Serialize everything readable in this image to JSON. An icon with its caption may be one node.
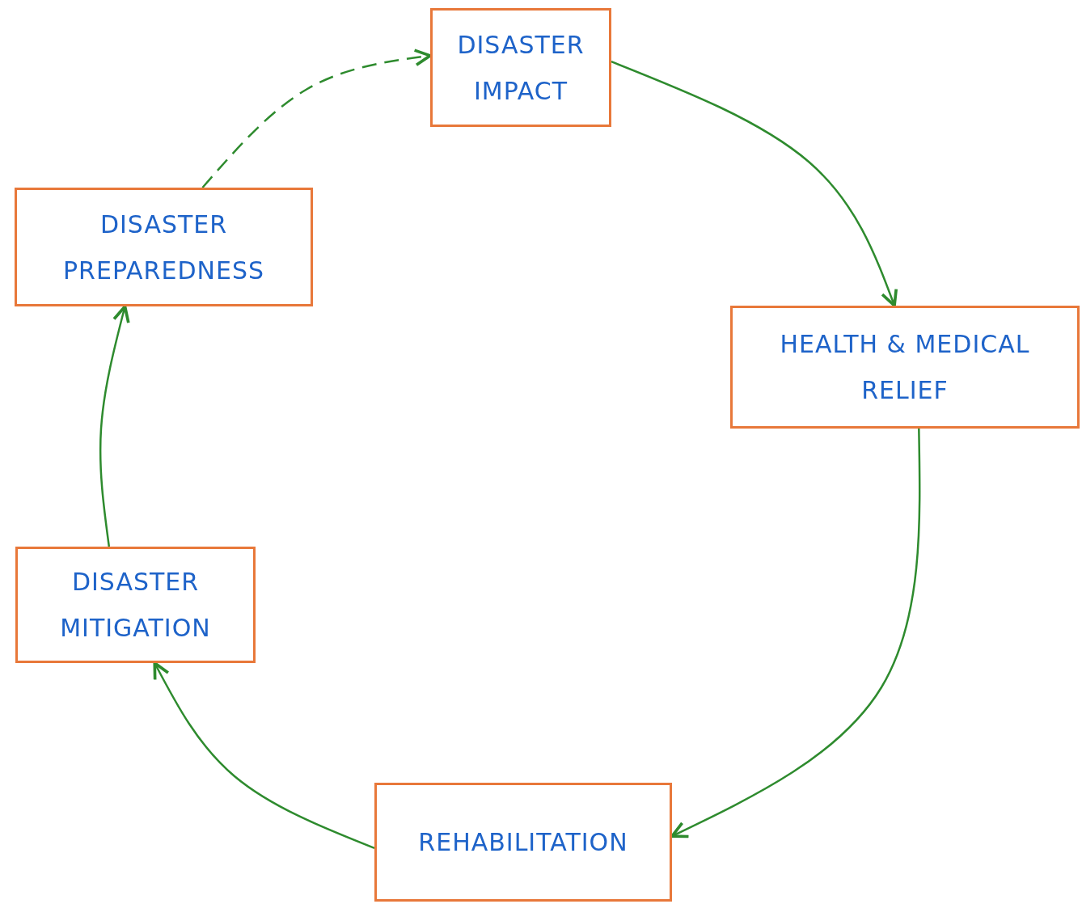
{
  "diagram": {
    "nodes": [
      {
        "text": [
          "DISASTER IMPACT"
        ]
      },
      {
        "text": [
          "HEALTH & MEDICAL RELIEF"
        ]
      },
      {
        "text": [
          "REHABILITATION"
        ]
      },
      {
        "text": [
          "DISASTER MITIGATION"
        ]
      },
      {
        "text": [
          "DISASTER PREPAREDNESS"
        ]
      }
    ],
    "edges": [
      {
        "from": 0,
        "to": 1,
        "arrow": "to"
      },
      {
        "from": 1,
        "to": 2,
        "arrow": "to"
      },
      {
        "from": 2,
        "to": 3,
        "arrow": "to"
      },
      {
        "from": 3,
        "to": 4,
        "arrow": "to"
      },
      {
        "from": 4,
        "to": 0,
        "arrow": "to",
        "style": "dashed"
      }
    ]
  }
}
